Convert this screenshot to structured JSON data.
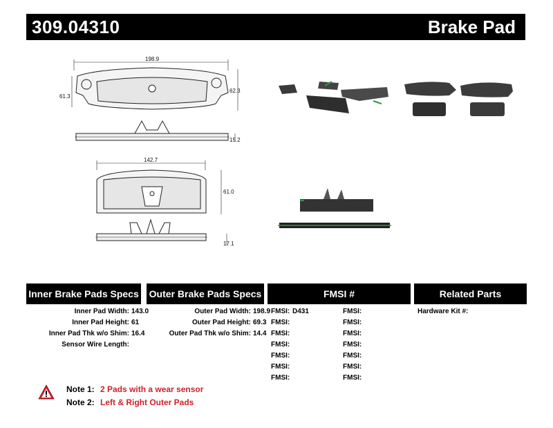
{
  "header": {
    "part_number": "309.04310",
    "product_type": "Brake Pad"
  },
  "drawings": {
    "dims": {
      "width_top": "198.9",
      "height_left_top": "61.3",
      "height_right_top": "62.3",
      "thickness_top": "15.2",
      "width_bottom": "142.7",
      "height_bottom": "61.0",
      "thickness_bottom": "17.1"
    }
  },
  "columns": {
    "inner": "Inner Brake Pads Specs",
    "outer": "Outer Brake Pads Specs",
    "fmsi": "FMSI #",
    "related": "Related Parts"
  },
  "inner_specs": [
    {
      "label": "Inner Pad Width:",
      "value": "143.0"
    },
    {
      "label": "Inner Pad Height:",
      "value": "61"
    },
    {
      "label": "Inner Pad Thk w/o Shim:",
      "value": "16.4"
    },
    {
      "label": "Sensor Wire Length:",
      "value": ""
    }
  ],
  "outer_specs": [
    {
      "label": "Outer Pad Width:",
      "value": "198.9"
    },
    {
      "label": "Outer Pad Height:",
      "value": "69.3"
    },
    {
      "label": "Outer Pad Thk w/o Shim:",
      "value": "14.4"
    }
  ],
  "fmsi_left": [
    {
      "label": "FMSI:",
      "value": "D431"
    },
    {
      "label": "FMSI:",
      "value": ""
    },
    {
      "label": "FMSI:",
      "value": ""
    },
    {
      "label": "FMSI:",
      "value": ""
    },
    {
      "label": "FMSI:",
      "value": ""
    },
    {
      "label": "FMSI:",
      "value": ""
    },
    {
      "label": "FMSI:",
      "value": ""
    }
  ],
  "fmsi_right": [
    {
      "label": "FMSI:",
      "value": ""
    },
    {
      "label": "FMSI:",
      "value": ""
    },
    {
      "label": "FMSI:",
      "value": ""
    },
    {
      "label": "FMSI:",
      "value": ""
    },
    {
      "label": "FMSI:",
      "value": ""
    },
    {
      "label": "FMSI:",
      "value": ""
    },
    {
      "label": "FMSI:",
      "value": ""
    }
  ],
  "related": [
    {
      "label": "Hardware Kit #:",
      "value": ""
    }
  ],
  "notes": [
    {
      "label": "Note 1:",
      "value": "2 Pads with a wear sensor"
    },
    {
      "label": "Note 2:",
      "value": "Left & Right Outer Pads"
    }
  ],
  "colors": {
    "accent_red": "#d0202a",
    "header_bg": "#000000",
    "shim_green": "#2e9a3a"
  },
  "icons": {
    "warning": "warning-triangle-icon"
  }
}
